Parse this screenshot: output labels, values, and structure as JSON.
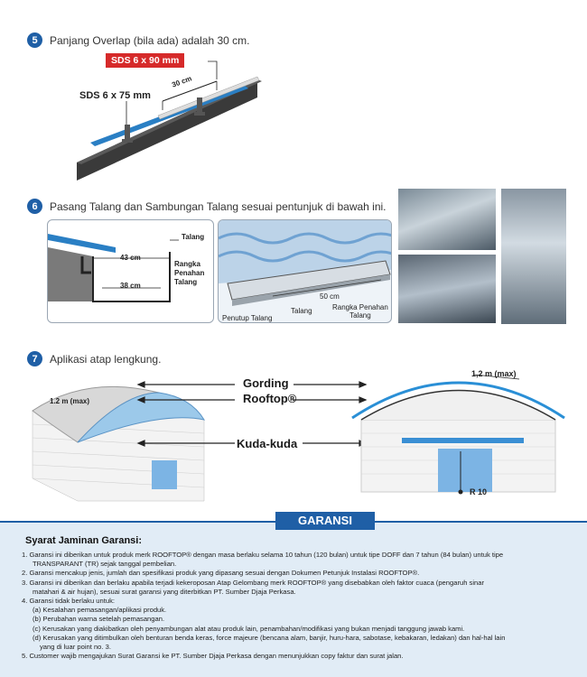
{
  "step5": {
    "number": "5",
    "text": "Panjang Overlap (bila ada) adalah 30 cm.",
    "tag_red": "SDS 6 x 90 mm",
    "label_screw": "SDS 6 x 75 mm",
    "label_overlap": "30 cm"
  },
  "step6": {
    "number": "6",
    "text": "Pasang Talang dan Sambungan Talang sesuai pentunjuk di bawah ini.",
    "diagram1": {
      "talang": "Talang",
      "width_top": "43 cm",
      "width_bottom": "38 cm",
      "rangka": "Rangka\nPenahan\nTalang"
    },
    "diagram2": {
      "width": "50 cm",
      "penutup": "Penutup Talang",
      "talang": "Talang",
      "rangka": "Rangka Penahan\nTalang"
    }
  },
  "step7": {
    "number": "7",
    "text": "Aplikasi atap lengkung.",
    "gording": "Gording",
    "rooftop": "Rooftop®",
    "kuda": "Kuda-kuda",
    "max_left": "1.2 m (max)",
    "max_right": "1,2 m (max)",
    "radius": "R 10"
  },
  "garansi": {
    "title": "GARANSI",
    "heading": "Syarat Jaminan Garansi:",
    "items": [
      "1. Garansi ini diberikan untuk produk merk ROOFTOP® dengan masa berlaku selama 10 tahun (120 bulan) untuk tipe DOFF dan 7 tahun (84 bulan) untuk tipe",
      "TRANSPARANT (TR) sejak tanggal pembelian.",
      "2. Garansi mencakup jenis, jumlah dan spesifikasi produk yang dipasang sesuai dengan Dokumen Petunjuk Instalasi ROOFTOP®.",
      "3. Garansi ini diberikan dan berlaku apabila terjadi kekeroposan Atap Gelombang merk ROOFTOP® yang disebabkan oleh faktor cuaca (pengaruh sinar",
      "matahari & air hujan), sesuai surat garansi yang diterbitkan PT. Sumber Djaja Perkasa.",
      "4. Garansi tidak berlaku untuk:",
      "(a) Kesalahan pemasangan/aplikasi produk.",
      "(b) Perubahan warna setelah pemasangan.",
      "(c) Kerusakan yang diakibatkan oleh penyambungan alat atau produk lain, penambahan/modifikasi yang bukan menjadi tanggung jawab kami.",
      "(d) Kerusakan yang ditimbulkan oleh benturan benda keras, force majeure (bencana alam, banjir, huru-hara, sabotase, kebakaran, ledakan) dan hal-hal lain",
      "yang di luar point no. 3.",
      "5. Customer wajib mengajukan Surat Garansi ke PT. Sumber Djaja Perkasa dengan menunjukkan copy faktur dan surat jalan."
    ]
  }
}
